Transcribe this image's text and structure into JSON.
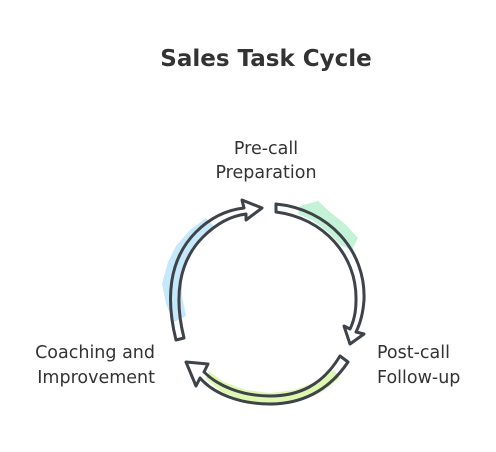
{
  "title": "Sales Task Cycle",
  "stages": [
    {
      "line1": "Pre-call",
      "line2": "Preparation",
      "color": "#b8f0cf"
    },
    {
      "line1": "Post-call",
      "line2": "Follow-up",
      "color": "#dcf7a8"
    },
    {
      "line1": "Coaching and",
      "line2": "Improvement",
      "color": "#bfe6fb"
    }
  ],
  "arrow_color": "#3d4348"
}
